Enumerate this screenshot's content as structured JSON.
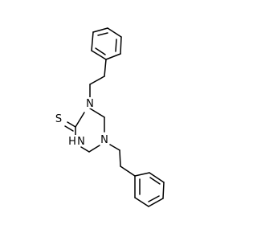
{
  "molecule": {
    "atoms": {
      "sulfur": "S",
      "nitrogen_1": "N",
      "nitrogen_3": "N",
      "nitrogen_5": "N",
      "hydrogen_3": "H"
    }
  }
}
